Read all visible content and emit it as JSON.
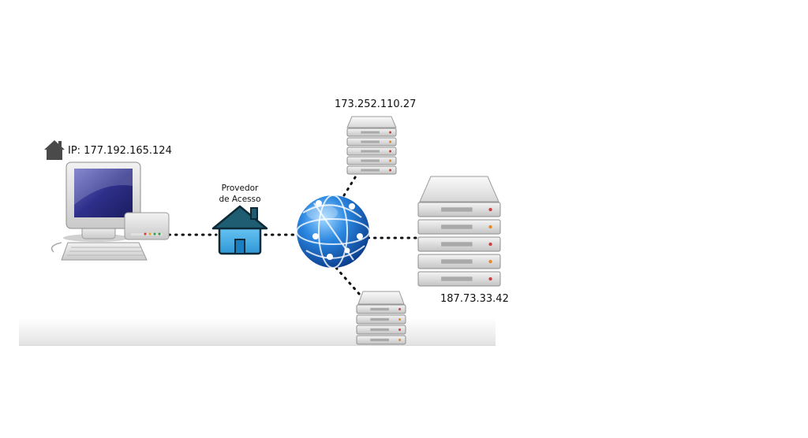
{
  "client": {
    "ip_label": "IP: 177.192.165.124",
    "icon": "home-icon"
  },
  "provider": {
    "line1": "Provedor",
    "line2": "de Acesso",
    "icon": "house-icon"
  },
  "internet": {
    "icon": "globe-icon"
  },
  "servers": {
    "top_ip": "173.252.110.27",
    "right_ip": "187.73.33.42"
  },
  "colors": {
    "connector": "#111111",
    "house_blue": "#3aa7e6",
    "house_roof": "#1f5d73",
    "globe_blue": "#2a86e0"
  }
}
